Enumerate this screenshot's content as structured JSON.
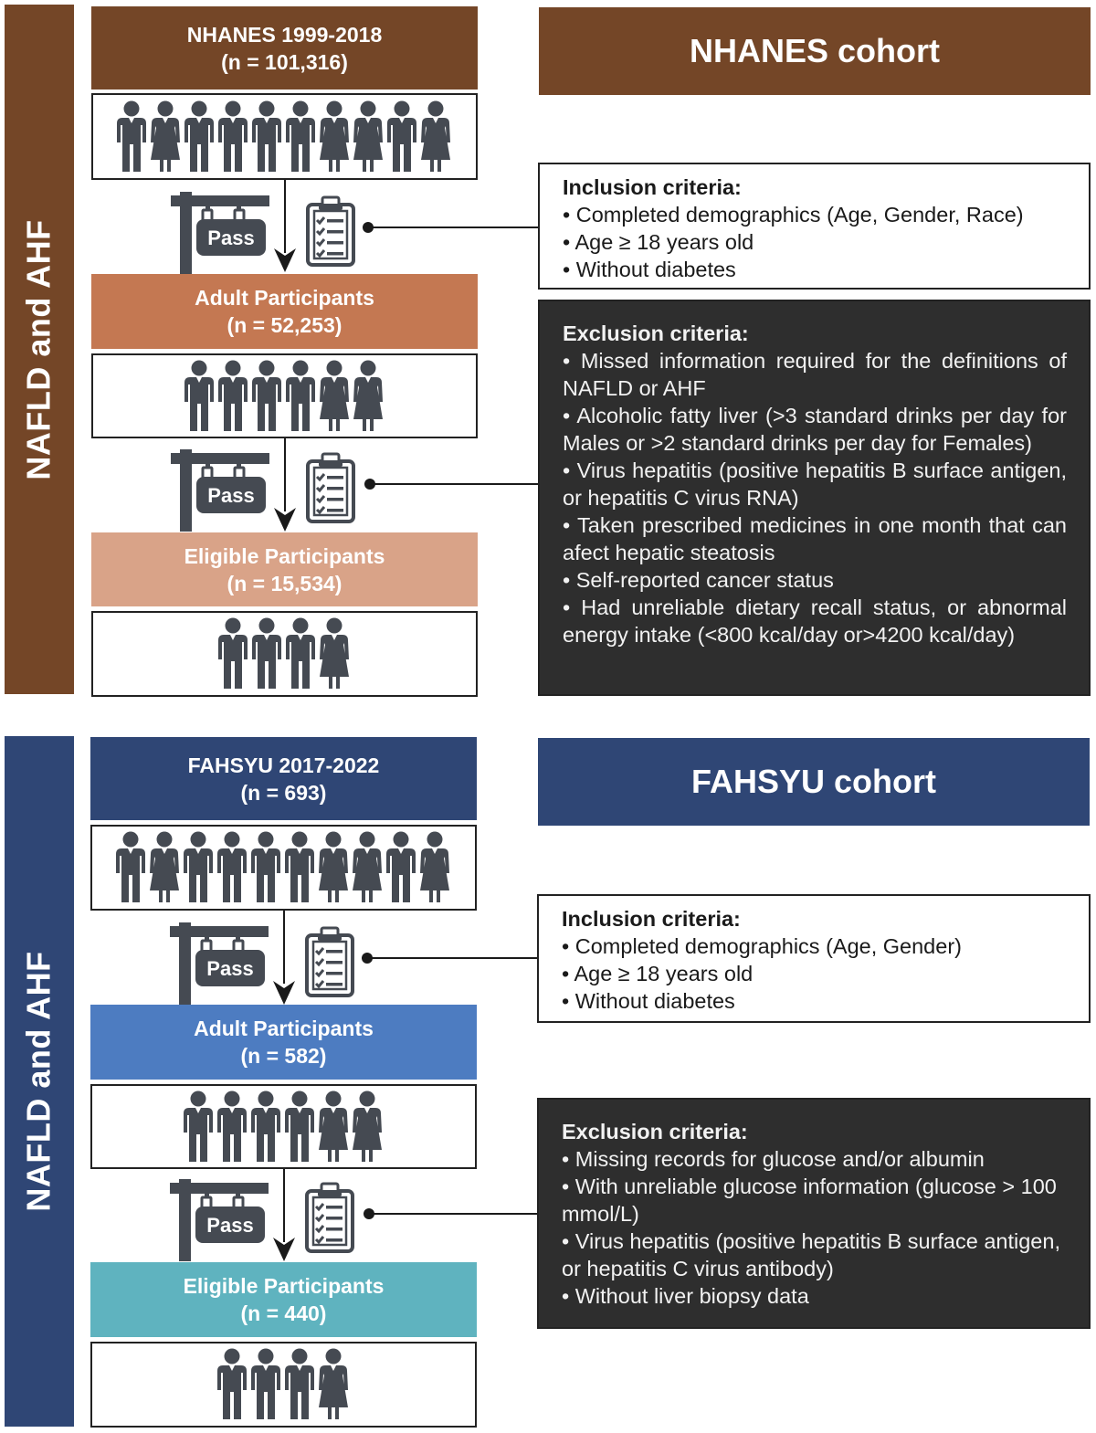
{
  "colors": {
    "nhanes_brown": "#744627",
    "nhanes_adult": "#c47852",
    "nhanes_eligible": "#d9a388",
    "fahsyu_navy": "#2f4675",
    "fahsyu_adult": "#4d7cc1",
    "fahsyu_eligible": "#5fb3bf",
    "dark_box": "#2e2e2e",
    "icon": "#454a52"
  },
  "icons": [
    "man-icon",
    "woman-icon",
    "pass-sign-icon",
    "clipboard-checklist-icon",
    "down-arrow-icon"
  ],
  "nhanes": {
    "sidebar": "NAFLD and AHF",
    "cohort_label": "NHANES cohort",
    "source": {
      "title": "NHANES 1999-2018",
      "n": "(n = 101,316)"
    },
    "adult": {
      "title": "Adult Participants",
      "n": "(n = 52,253)"
    },
    "eligible": {
      "title": "Eligible Participants",
      "n": "(n = 15,534)"
    },
    "pass_label": "Pass",
    "inclusion": {
      "heading": "Inclusion criteria:",
      "items": [
        "• Completed demographics (Age, Gender, Race)",
        "• Age ≥ 18  years old",
        "• Without diabetes"
      ]
    },
    "exclusion": {
      "heading": "Exclusion criteria:",
      "items": [
        "• Missed information required for the definitions of NAFLD or AHF",
        "• Alcoholic fatty liver (>3 standard drinks per day for Males or >2 standard drinks per day for Females)",
        "• Virus hepatitis (positive hepatitis B surface antigen, or hepatitis C virus RNA)",
        "• Taken prescribed medicines in one month that can afect hepatic steatosis",
        "• Self-reported cancer status",
        "• Had unreliable dietary recall status, or abnormal energy intake (<800 kcal/day or>4200 kcal/day)"
      ]
    }
  },
  "fahsyu": {
    "sidebar": "NAFLD and AHF",
    "cohort_label": "FAHSYU cohort",
    "source": {
      "title": "FAHSYU 2017-2022",
      "n": "(n = 693)"
    },
    "adult": {
      "title": "Adult Participants",
      "n": "(n = 582)"
    },
    "eligible": {
      "title": "Eligible Participants",
      "n": "(n = 440)"
    },
    "pass_label": "Pass",
    "inclusion": {
      "heading": "Inclusion criteria:",
      "items": [
        "• Completed demographics (Age, Gender)",
        "• Age ≥ 18 years old",
        "• Without diabetes"
      ]
    },
    "exclusion": {
      "heading": "Exclusion criteria:",
      "items": [
        "• Missing records for glucose and/or albumin",
        "• With unreliable glucose information (glucose > 100 mmol/L)",
        "• Virus hepatitis (positive hepatitis B surface antigen, or hepatitis C virus antibody)",
        "• Without liver biopsy data"
      ]
    }
  }
}
